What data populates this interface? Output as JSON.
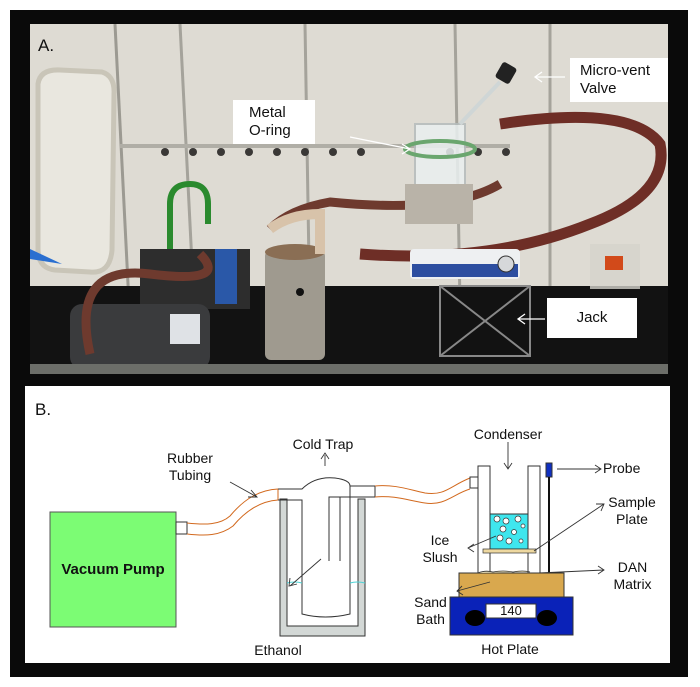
{
  "figure": {
    "panel_a": {
      "letter": "A.",
      "description": "Photograph of sublimation apparatus in fume hood",
      "labels": {
        "metal_oring": [
          "Metal",
          "O-ring"
        ],
        "micro_vent_valve": [
          "Micro-vent",
          "Valve"
        ],
        "jack": "Jack"
      }
    },
    "panel_b": {
      "letter": "B.",
      "components": {
        "vacuum_pump": "Vacuum Pump",
        "rubber_tubing": [
          "Rubber",
          "Tubing"
        ],
        "cold_trap": "Cold Trap",
        "ethanol": "Ethanol",
        "condenser": "Condenser",
        "probe": "Probe",
        "sample_plate": [
          "Sample",
          "Plate"
        ],
        "ice_slush": [
          "Ice",
          "Slush"
        ],
        "dan_matrix": [
          "DAN",
          "Matrix"
        ],
        "sand_bath": [
          "Sand",
          "Bath"
        ],
        "hot_plate": "Hot Plate",
        "hot_plate_display": "140"
      },
      "colors": {
        "pump": "#7cfc74",
        "tubing": "#d2691e",
        "ice_slush": "#3fe6ee",
        "sand_bath": "#d9a84e",
        "hot_plate": "#0a22b8",
        "probe_tip": "#1030c0",
        "trap_bath": "#d3d8d6",
        "sample_plate": "#eed8a0"
      }
    }
  }
}
